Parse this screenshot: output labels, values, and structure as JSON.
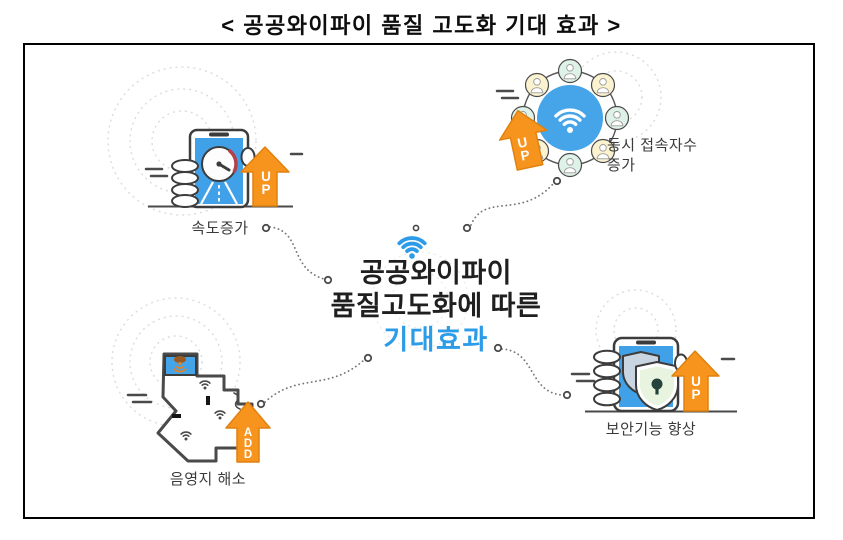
{
  "title": "< 공공와이파이 품질 고도화 기대 효과 >",
  "center": {
    "line1": "공공와이파이",
    "line2": "품질고도화에 따른",
    "line3": "기대효과"
  },
  "nodes": {
    "speed": {
      "label": "속도증가",
      "badge": "UP"
    },
    "concurrent": {
      "label": "동시 접속자수\n증가",
      "badge": "UP"
    },
    "coverage": {
      "label": "음영지 해소",
      "badge": "ADD"
    },
    "security": {
      "label": "보안기능 향상",
      "badge": "UP"
    }
  },
  "icons": {
    "center": "wifi-icon",
    "speed": "speedometer-phone-icon",
    "concurrent": "users-around-wifi-icon",
    "coverage": "floorplan-wifi-map-icon",
    "security": "shield-lock-phone-icon"
  },
  "colors": {
    "arrow_orange": "#F7941E",
    "arrow_orange_stroke": "#E0820F",
    "screen_blue": "#41A1E8",
    "wifi_blue": "#2D9CE8",
    "outline_dark": "#3C3C3C",
    "ripple_gray": "#DCDCDC",
    "connector_gray": "#787878",
    "avatar_yellow": "#FBF2CF",
    "avatar_mint": "#DFF2E7",
    "shield_back": "#C9D5E0",
    "shield_front_fill": "#E8F4DF",
    "keyhole_dark": "#24433C",
    "gauge_red": "#B5404A",
    "router_brown": "#9A5B22",
    "router_wifi_orange": "#E8821E"
  }
}
